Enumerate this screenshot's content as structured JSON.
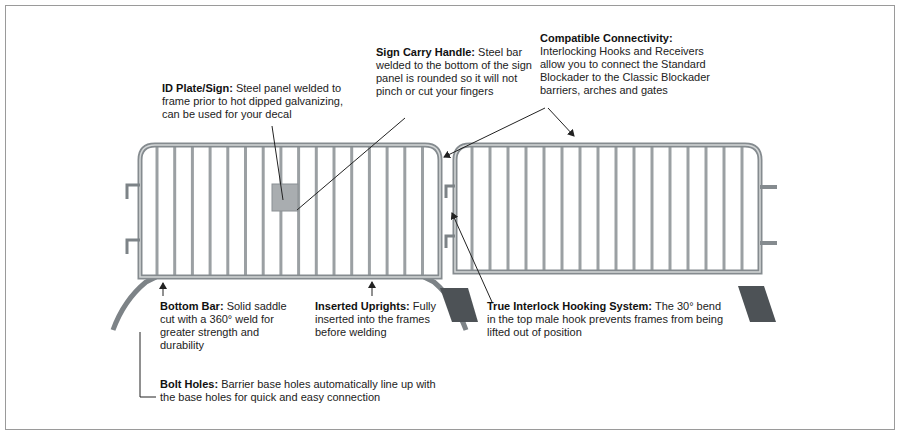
{
  "diagram": {
    "labels": [
      "ID Plate/Sign:",
      "Steel panel welded to frame prior to hot dipped galvanizing, can be used for your decal",
      "Sign Carry Handle:",
      "Steel bar welded to the bottom of the sign panel is rounded so it will not pinch or cut your fingers",
      "Compatible Connectivity:",
      "Interlocking Hooks and Receivers allow you to connect the Standard Blockader to the Classic Blockader barriers, arches and gates",
      "Bottom Bar:",
      "Solid saddle cut with a 360° weld for greater strength and durability",
      "Inserted Uprights:",
      "Fully inserted into the frames before welding",
      "True Interlock Hooking System:",
      "The 30° bend in the top male hook prevents frames from being lifted out of position",
      "Bolt Holes:",
      "Barrier base holes automatically line up with the base holes for quick and easy connection"
    ]
  }
}
